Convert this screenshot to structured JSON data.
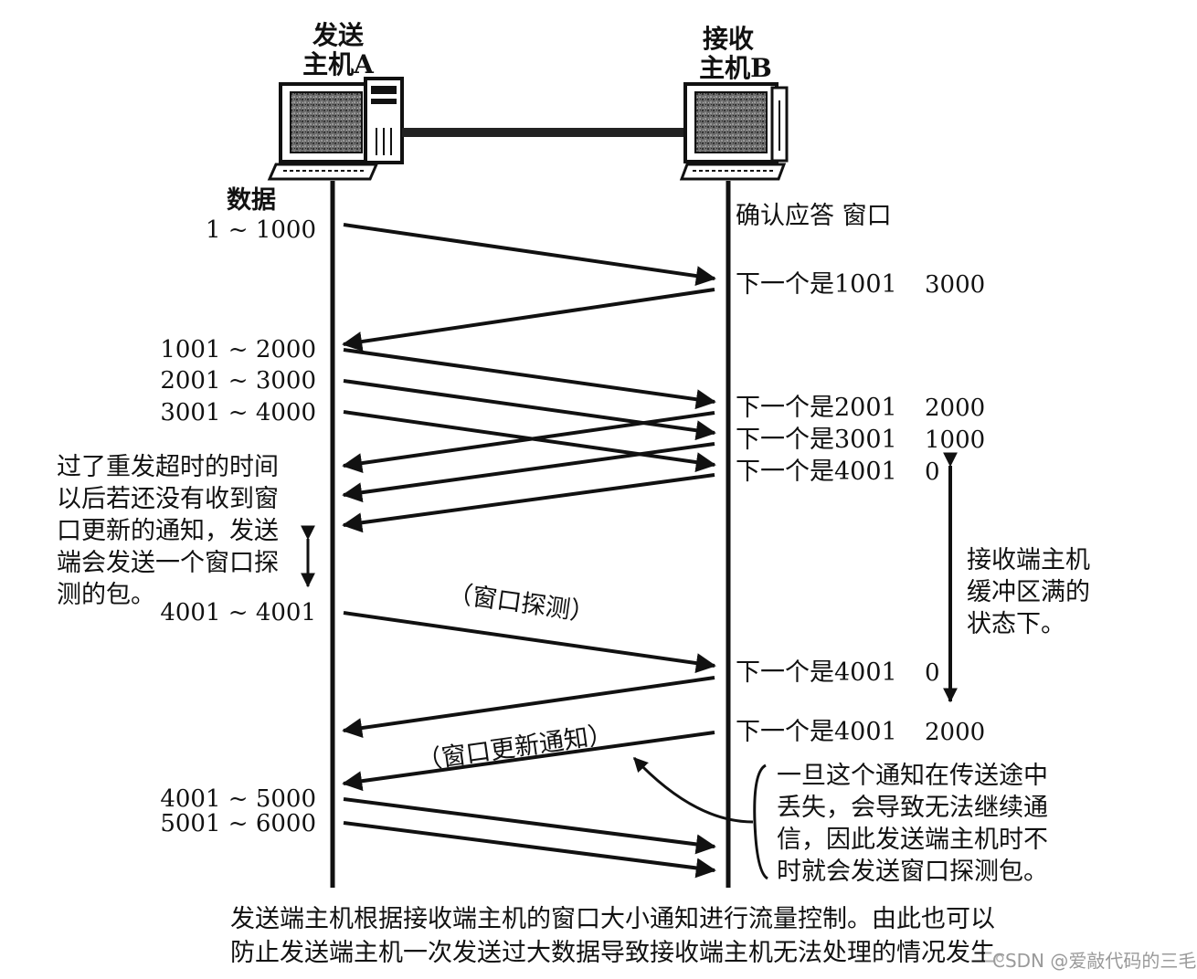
{
  "hosts": {
    "sender": {
      "line1": "发送",
      "line2": "主机A"
    },
    "receiver": {
      "line1": "接收",
      "line2": "主机B"
    }
  },
  "headers": {
    "data": "数据",
    "ack": "确认应答 窗口"
  },
  "data_labels": [
    "1 ~ 1000",
    "1001 ~ 2000",
    "2001 ~ 3000",
    "3001 ~ 4000",
    "4001 ~ 4001",
    "4001 ~ 5000",
    "5001 ~ 6000"
  ],
  "acks": [
    {
      "next": "下一个是1001",
      "window": "3000"
    },
    {
      "next": "下一个是2001",
      "window": "2000"
    },
    {
      "next": "下一个是3001",
      "window": "1000"
    },
    {
      "next": "下一个是4001",
      "window": "0"
    },
    {
      "next": "下一个是4001",
      "window": "0"
    },
    {
      "next": "下一个是4001",
      "window": "2000"
    }
  ],
  "probe_label": "（窗口探测）",
  "update_label": "（窗口更新通知）",
  "left_note": [
    "过了重发超时的时间",
    "以后若还没有收到窗",
    "口更新的通知，发送",
    "端会发送一个窗口探",
    "测的包。"
  ],
  "right_note": [
    "接收端主机",
    "缓冲区满的",
    "状态下。"
  ],
  "loss_note": [
    "一旦这个通知在传送途中",
    "丢失，会导致无法继续通",
    "信，因此发送端主机时不",
    "时就会发送窗口探测包。"
  ],
  "caption": [
    "发送端主机根据接收端主机的窗口大小通知进行流量控制。由此也可以",
    "防止发送端主机一次发送过大数据导致接收端主机无法处理的情况发生。"
  ],
  "watermark": "CSDN @爱敲代码的三毛"
}
